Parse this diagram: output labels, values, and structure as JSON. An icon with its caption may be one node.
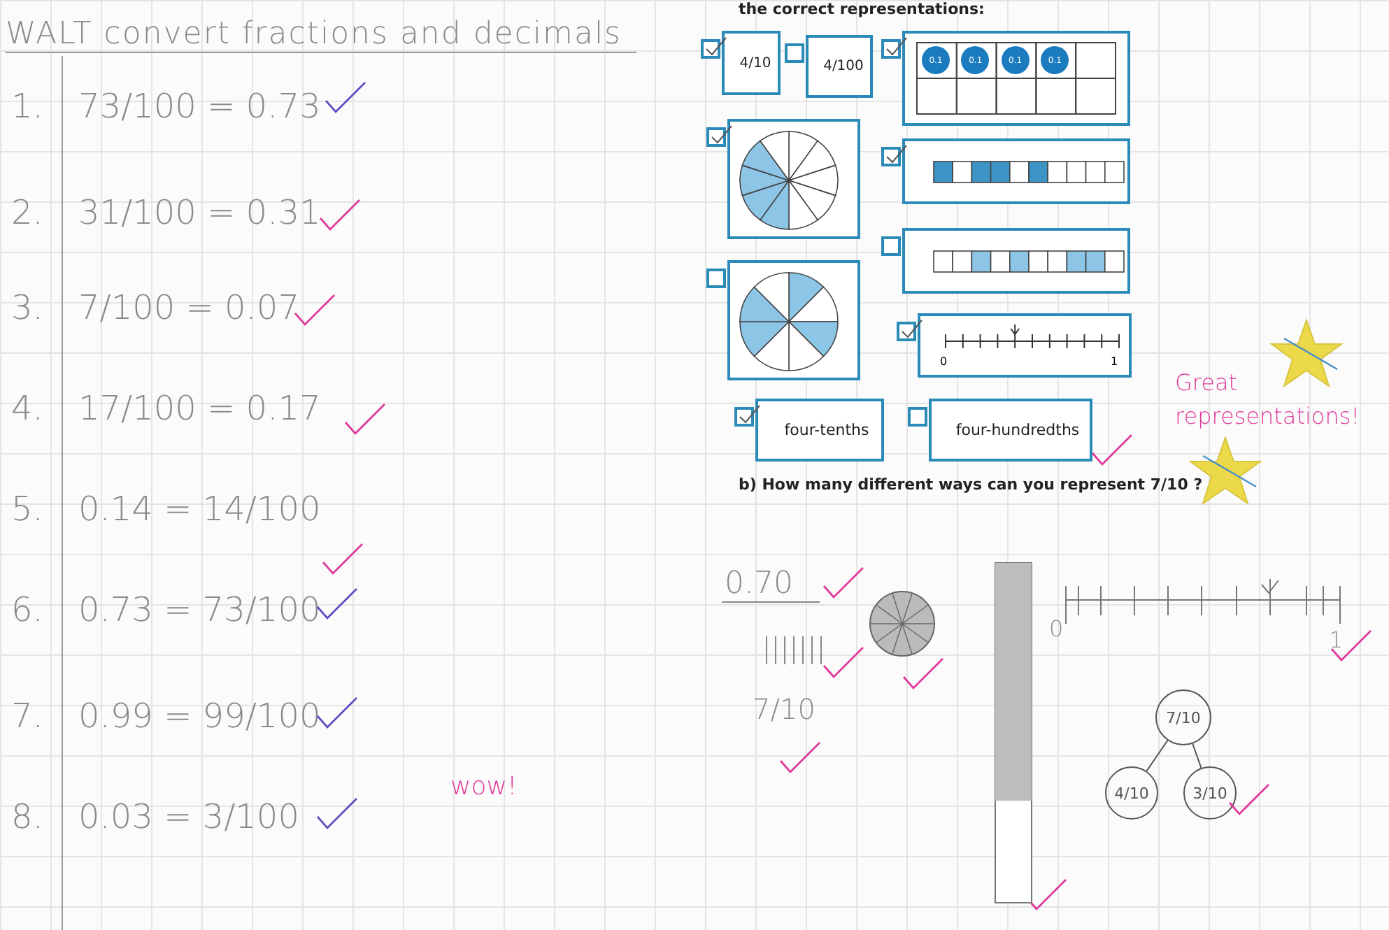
{
  "diagram": {
    "title": "WALT convert fractions and decimals",
    "nodes": [
      {
        "text": [
          "4/10"
        ]
      },
      {
        "text": [
          "4/100"
        ]
      },
      {
        "text": [
          "0.1",
          "0.1",
          "0.1",
          "0.1"
        ]
      },
      {
        "text": [],
        "shape": "box"
      },
      {
        "text": [],
        "shape": "box"
      },
      {
        "text": [],
        "shape": "box"
      },
      {
        "text": [],
        "shape": "box"
      },
      {
        "text": [
          "0",
          "1"
        ]
      },
      {
        "text": [
          "four-tenths"
        ]
      },
      {
        "text": [
          "four-hundredths"
        ]
      },
      {
        "text": [
          "7/10"
        ]
      },
      {
        "text": [
          "4/10"
        ]
      },
      {
        "text": [
          "3/10"
        ]
      }
    ],
    "edges": [
      {
        "from": 10,
        "to": 11,
        "arrow": "none"
      },
      {
        "from": 10,
        "to": 12,
        "arrow": "none"
      }
    ],
    "labels": [
      "1.",
      "73/100 = 0.73",
      "2.",
      "31/100 = 0.31",
      "3.",
      "7/100 = 0.07",
      "4.",
      "17/100 = 0.17",
      "5.",
      "0.14 = 14/100",
      "6.",
      "0.73 = 73/100",
      "7.",
      "0.99 = 99/100",
      "8.",
      "0.03 = 3/100",
      "wow!",
      "the correct representations:",
      "b) How many different ways can you represent 7/10 ?",
      "Great representations!",
      "0.70",
      "7/10",
      "0",
      "1"
    ]
  }
}
